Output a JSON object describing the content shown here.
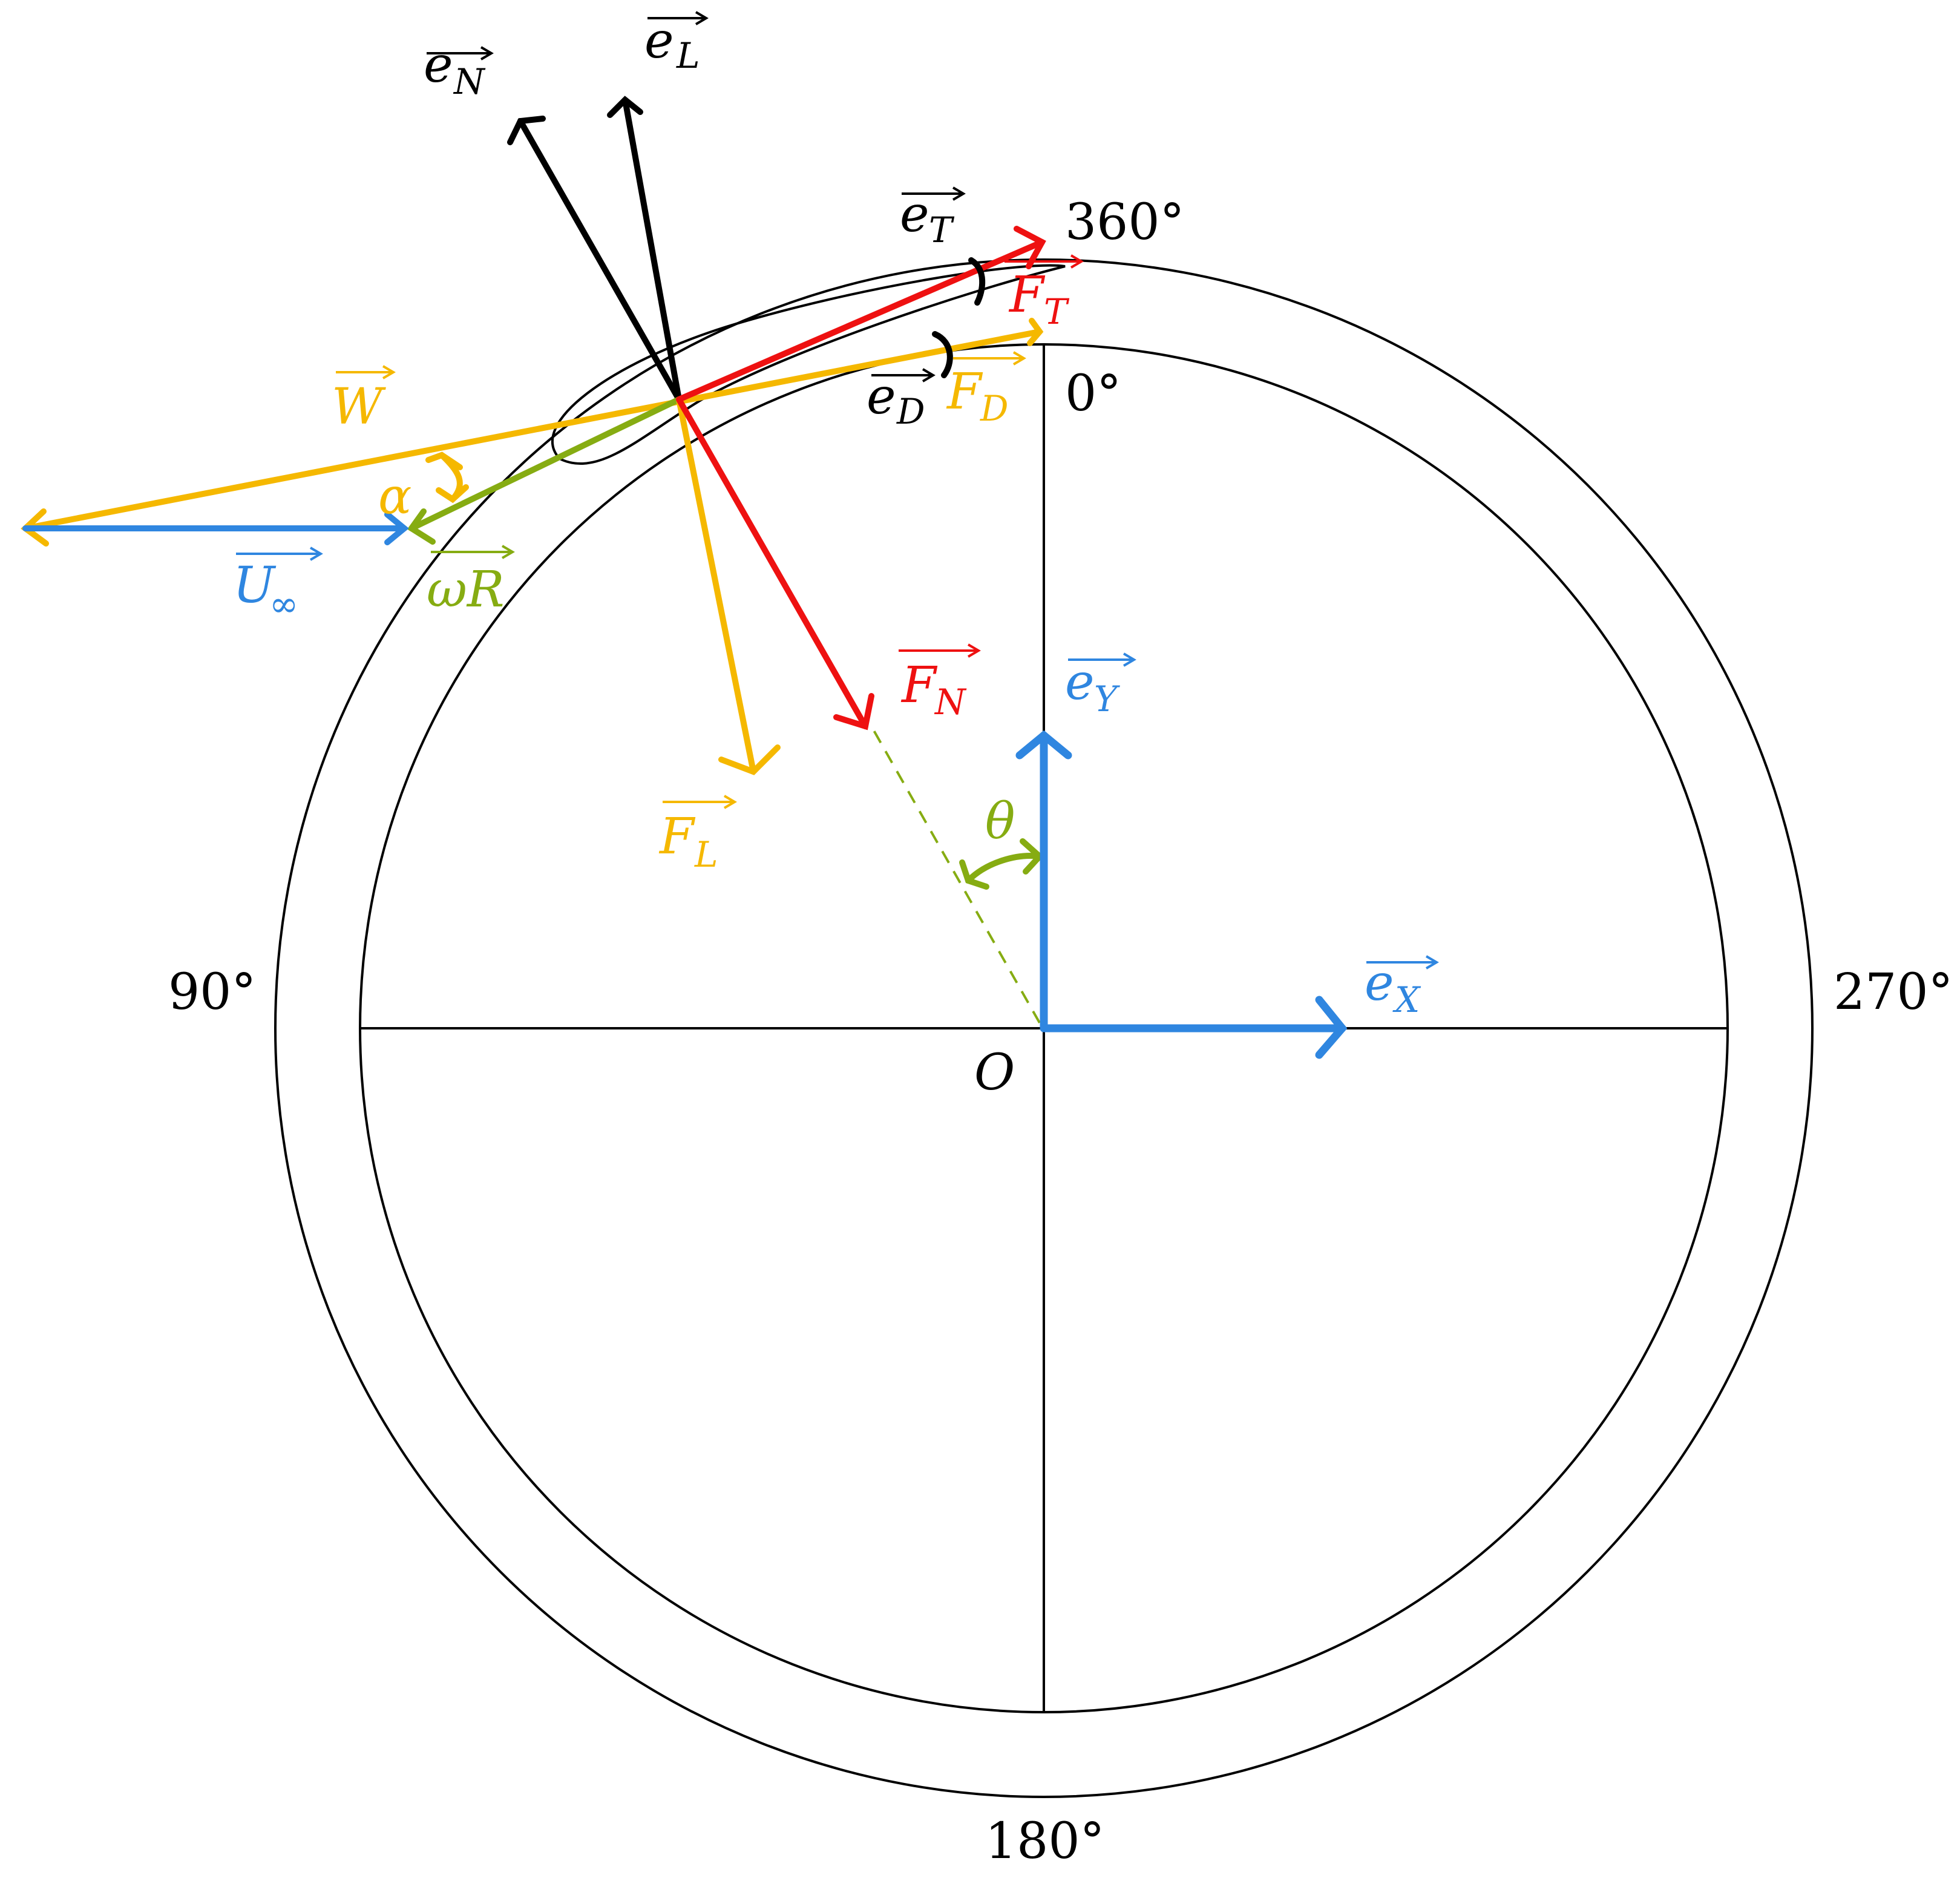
{
  "colors": {
    "black": "#000000",
    "blue": "#2f86e0",
    "yellow": "#f5b800",
    "red": "#ee1111",
    "green": "#86ac12"
  },
  "angle_labels": {
    "top_inner": "0°",
    "top_outer": "360°",
    "left": "90°",
    "right": "270°",
    "bottom": "180°"
  },
  "origin_label": "O",
  "vectors": {
    "eN": {
      "base": "e",
      "sub": "N"
    },
    "eL": {
      "base": "e",
      "sub": "L"
    },
    "eT": {
      "base": "e",
      "sub": "T"
    },
    "eD": {
      "base": "e",
      "sub": "D"
    },
    "FT": {
      "base": "F",
      "sub": "T"
    },
    "FD": {
      "base": "F",
      "sub": "D"
    },
    "FN": {
      "base": "F",
      "sub": "N"
    },
    "FL": {
      "base": "F",
      "sub": "L"
    },
    "W": {
      "base": "W",
      "sub": ""
    },
    "Uinf": {
      "base": "U",
      "sub": "∞"
    },
    "omegaR": {
      "base": "ωR",
      "sub": ""
    },
    "eY": {
      "base": "e",
      "sub": "Y"
    },
    "eX": {
      "base": "e",
      "sub": "X"
    }
  },
  "angles": {
    "alpha": "α",
    "theta": "θ"
  }
}
